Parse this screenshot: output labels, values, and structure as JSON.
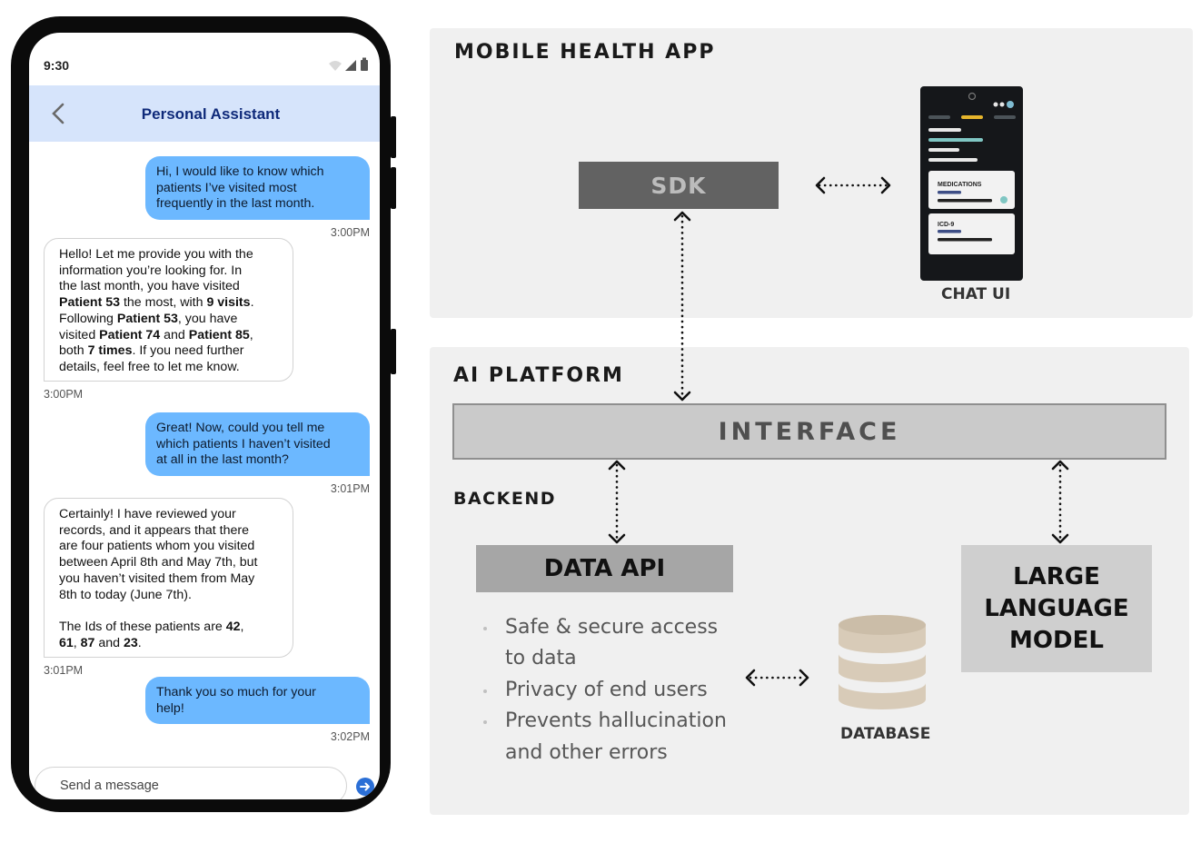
{
  "phone": {
    "status_time": "9:30",
    "header_title": "Personal Assistant",
    "input_placeholder": "Send a message",
    "messages": [
      {
        "from": "user",
        "lines": [
          "Hi, I would like to know which",
          "patients I’ve visited most",
          "frequently in the last month."
        ],
        "time": "3:00PM"
      },
      {
        "from": "assistant",
        "lines": [
          [
            {
              "t": "Hello! Let me provide you with the"
            }
          ],
          [
            {
              "t": "information you’re looking for. In"
            }
          ],
          [
            {
              "t": "the last month, you have visited"
            }
          ],
          [
            {
              "t": "Patient 53",
              "b": true
            },
            {
              "t": " the most, with "
            },
            {
              "t": "9 visits",
              "b": true
            },
            {
              "t": "."
            }
          ],
          [
            {
              "t": "Following "
            },
            {
              "t": "Patient 53",
              "b": true
            },
            {
              "t": ", you have"
            }
          ],
          [
            {
              "t": "visited "
            },
            {
              "t": "Patient 74",
              "b": true
            },
            {
              "t": " and "
            },
            {
              "t": "Patient 85",
              "b": true
            },
            {
              "t": ","
            }
          ],
          [
            {
              "t": "both "
            },
            {
              "t": "7 times",
              "b": true
            },
            {
              "t": ". If you need further"
            }
          ],
          [
            {
              "t": "details, feel free to let me know."
            }
          ]
        ],
        "time": "3:00PM"
      },
      {
        "from": "user",
        "lines": [
          "Great! Now, could you tell me",
          "which patients I haven’t visited",
          "at all in the last month?"
        ],
        "time": "3:01PM"
      },
      {
        "from": "assistant",
        "lines": [
          [
            {
              "t": "Certainly! I have reviewed your"
            }
          ],
          [
            {
              "t": "records, and it appears that there"
            }
          ],
          [
            {
              "t": "are four patients whom you visited"
            }
          ],
          [
            {
              "t": "between April 8th and May 7th, but"
            }
          ],
          [
            {
              "t": "you haven’t visited them from May"
            }
          ],
          [
            {
              "t": "8th to today (June 7th)."
            }
          ],
          [
            {
              "t": ""
            }
          ],
          [
            {
              "t": "The Ids of these patients are "
            },
            {
              "t": "42",
              "b": true
            },
            {
              "t": ","
            }
          ],
          [
            {
              "t": "61",
              "b": true
            },
            {
              "t": ", "
            },
            {
              "t": "87",
              "b": true
            },
            {
              "t": " and "
            },
            {
              "t": "23",
              "b": true
            },
            {
              "t": "."
            }
          ]
        ],
        "time": "3:01PM"
      },
      {
        "from": "user",
        "lines": [
          "Thank you so much for your",
          "help!"
        ],
        "time": "3:02PM"
      }
    ]
  },
  "diagram": {
    "mobile_app_title": "MOBILE HEALTH APP",
    "sdk_label": "SDK",
    "chat_ui_label": "CHAT UI",
    "chat_ui_card1": "MEDICATIONS",
    "chat_ui_card2": "ICD-9",
    "ai_platform_title": "AI PLATFORM",
    "interface_label": "INTERFACE",
    "backend_title": "BACKEND",
    "data_api_label": "DATA API",
    "data_api_features": [
      "Safe & secure access to data",
      "Privacy of end users",
      "Prevents hallucination and other errors"
    ],
    "database_label": "DATABASE",
    "llm_label": [
      "LARGE",
      "LANGUAGE",
      "MODEL"
    ]
  },
  "colors": {
    "user_bubble": "#6cb8ff",
    "header_bg": "#d6e4fb",
    "header_title": "#0f2a7a",
    "panel_bg": "#f0f0f0",
    "sdk_box": "#626262",
    "interface_box": "#cacaca",
    "data_api_box": "#a6a6a6",
    "llm_box": "#cfcfcf",
    "database": "#d8cbb8"
  }
}
